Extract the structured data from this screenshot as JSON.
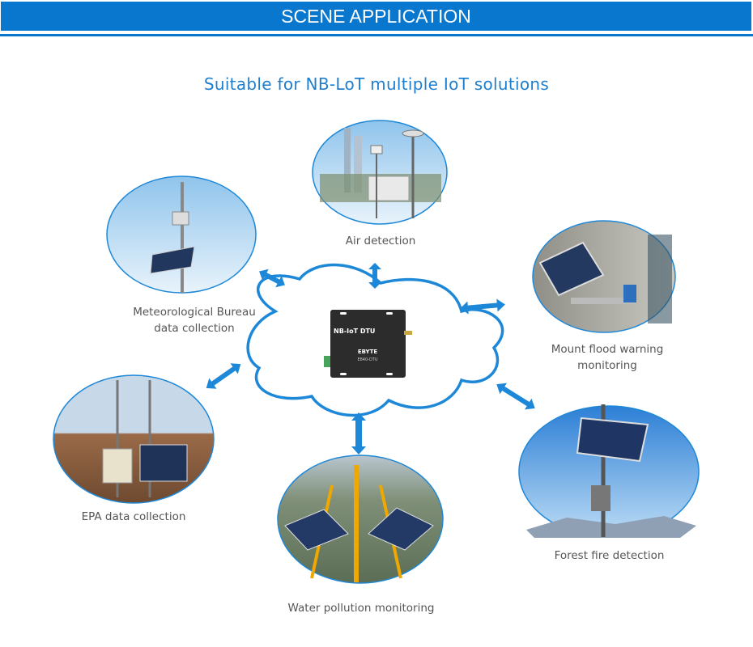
{
  "header": {
    "title": "SCENE APPLICATION"
  },
  "subtitle": "Suitable for NB-LoT multiple IoT solutions",
  "device": {
    "model_label": "NB-IoT DTU",
    "brand": "EBYTE",
    "part": "E840-DTU"
  },
  "scenes": [
    {
      "label_lines": [
        "Air detection"
      ]
    },
    {
      "label_lines": [
        "Meteorological Bureau",
        "data collection"
      ]
    },
    {
      "label_lines": [
        "Mount flood warning",
        "monitoring"
      ]
    },
    {
      "label_lines": [
        "EPA data collection"
      ]
    },
    {
      "label_lines": [
        "Water pollution monitoring"
      ]
    },
    {
      "label_lines": [
        "Forest fire detection"
      ]
    }
  ],
  "colors": {
    "accent": "#0a77cf",
    "cloud": "#1e88d8",
    "label": "#555555"
  }
}
